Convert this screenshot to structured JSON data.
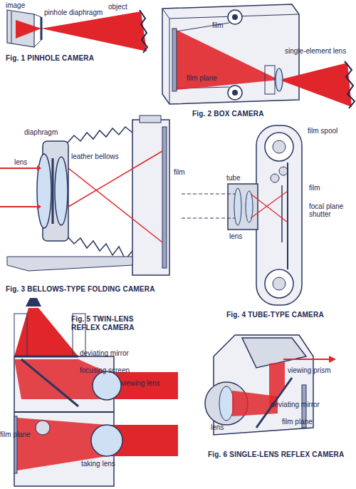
{
  "diagram": {
    "labels": [
      "image",
      "pinhole diaphragm",
      "object",
      "Fig. 1 PINHOLE CAMERA",
      "film",
      "single-element lens",
      "film plane",
      "Fig. 2 BOX CAMERA",
      "diaphragm",
      "lens",
      "leather bellows",
      "film",
      "Fig. 3 BELLOWS-TYPE FOLDING CAMERA",
      "film spool",
      "tube",
      "film",
      "focal plane shutter",
      "lens",
      "Fig. 4 TUBE-TYPE CAMERA",
      "Fig. 5 TWIN-LENS REFLEX CAMERA",
      "deviating mirror",
      "focusing screen",
      "viewing lens",
      "film plane",
      "taking lens",
      "viewing prism",
      "deviating mirror",
      "lens",
      "film plane",
      "Fig. 6 SINGLE-LENS REFLEX CAMERA"
    ]
  }
}
